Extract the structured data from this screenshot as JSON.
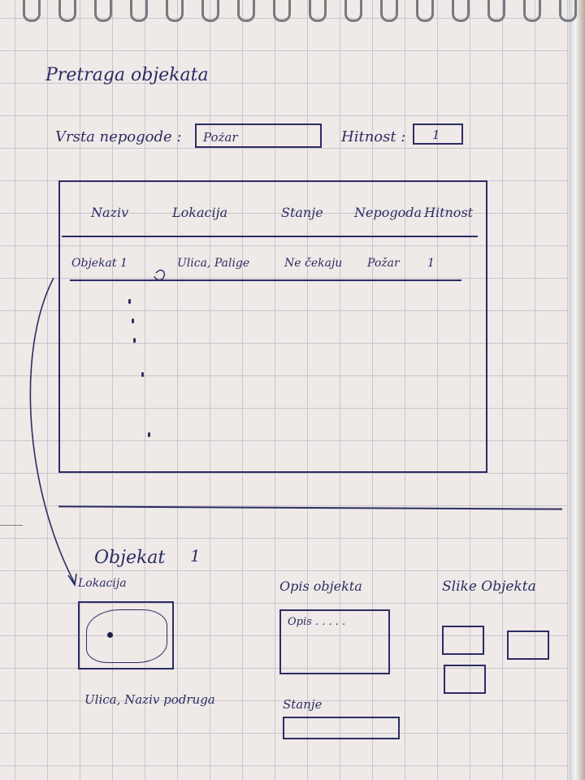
{
  "search_title": "Pretraga objekata",
  "filters": {
    "disaster_type_label": "Vrsta nepogode :",
    "disaster_type_value": "Pożar",
    "urgency_label": "Hitnost :",
    "urgency_value": "1"
  },
  "table": {
    "headers": [
      "Naziv",
      "Lokacija",
      "Stanje",
      "Nepogoda",
      "Hitnost"
    ],
    "rows": [
      {
        "name": "Objekat 1",
        "location": "Ulica, Palige",
        "state": "Ne čekaju",
        "disaster": "Požar",
        "urgency": "1"
      }
    ]
  },
  "detail": {
    "object_title": "Objekat",
    "object_number": "1",
    "location_label": "Lokacija",
    "address": "Ulica, Naziv podruga",
    "description_label": "Opis objekta",
    "description_placeholder": "Opis . . . . .",
    "photos_label": "Slike Objekta",
    "state_label": "Stanje"
  },
  "colors": {
    "ink": "#2b2d63",
    "paper": "#efe9e8",
    "grid": "#c9c6ce"
  }
}
